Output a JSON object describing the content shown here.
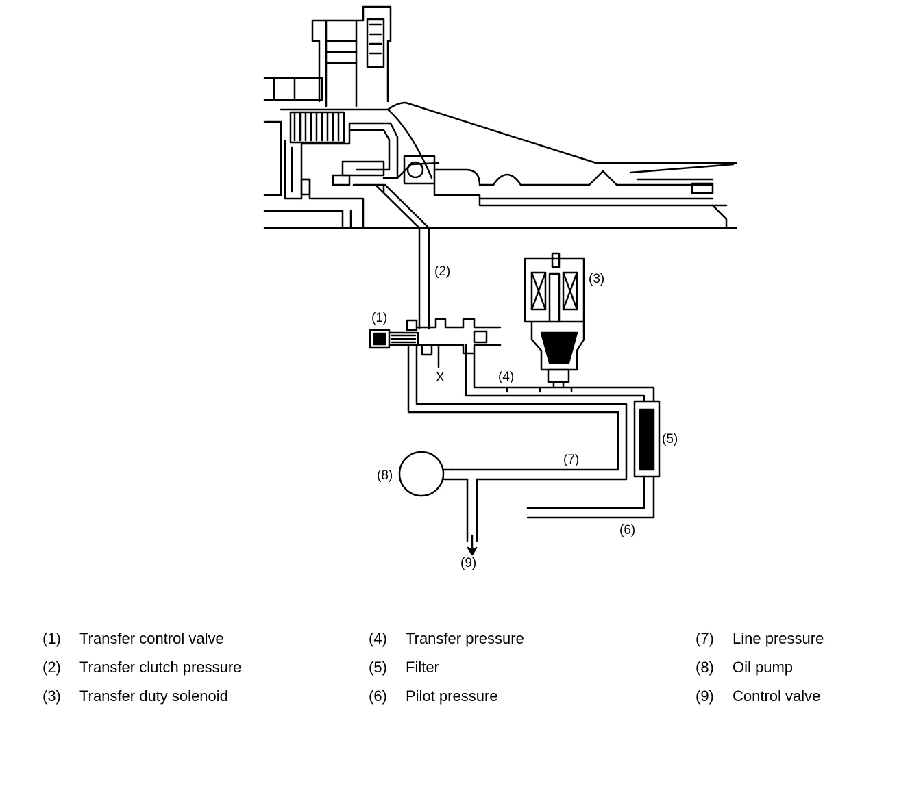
{
  "colors": {
    "line": "#000000",
    "background": "#ffffff"
  },
  "callouts": {
    "c1": "(1)",
    "c2": "(2)",
    "c3": "(3)",
    "c4": "(4)",
    "c5": "(5)",
    "c6": "(6)",
    "c7": "(7)",
    "c8": "(8)",
    "c9": "(9)",
    "drain": "X"
  },
  "legend": {
    "col1": [
      {
        "num": "(1)",
        "text": "Transfer control valve"
      },
      {
        "num": "(2)",
        "text": "Transfer clutch pressure"
      },
      {
        "num": "(3)",
        "text": "Transfer duty solenoid"
      }
    ],
    "col2": [
      {
        "num": "(4)",
        "text": "Transfer pressure"
      },
      {
        "num": "(5)",
        "text": "Filter"
      },
      {
        "num": "(6)",
        "text": "Pilot pressure"
      }
    ],
    "col3": [
      {
        "num": "(7)",
        "text": "Line pressure"
      },
      {
        "num": "(8)",
        "text": "Oil pump"
      },
      {
        "num": "(9)",
        "text": "Control valve"
      }
    ]
  }
}
